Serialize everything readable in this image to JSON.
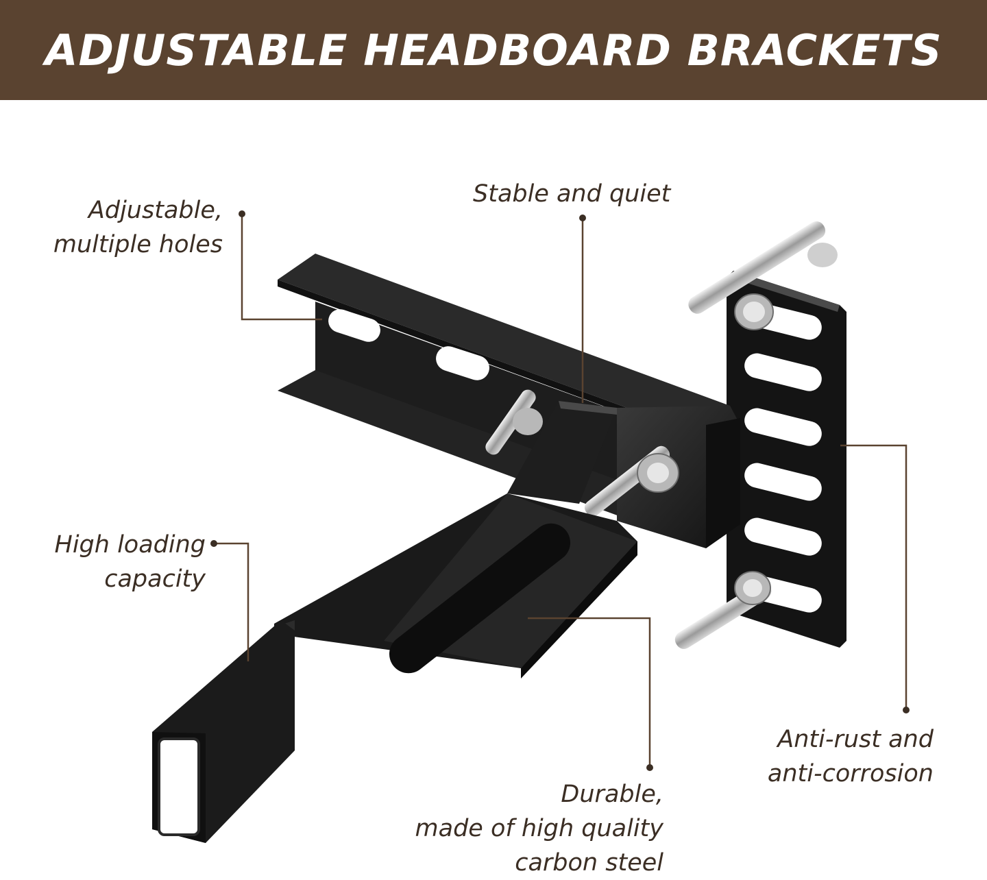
{
  "header": {
    "title": "ADJUSTABLE HEADBOARD BRACKETS"
  },
  "colors": {
    "banner": "#5a4330",
    "text": "#3b2e24",
    "metal": "#1c1c1c"
  },
  "features": {
    "adjustable": [
      "Adjustable,",
      "multiple holes"
    ],
    "stable": [
      "Stable and quiet"
    ],
    "loading": [
      "High loading",
      "capacity"
    ],
    "durable": [
      "Durable,",
      "made of high quality",
      "carbon steel"
    ],
    "antirust": [
      "Anti-rust and",
      "anti-corrosion"
    ]
  }
}
